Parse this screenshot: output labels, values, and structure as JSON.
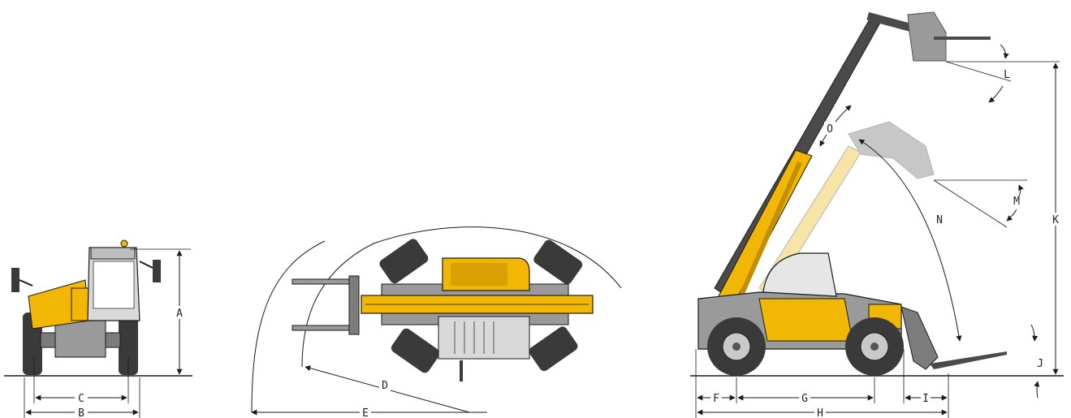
{
  "colors": {
    "machine_yellow": "#f2b705",
    "machine_yellow_dark": "#c48e00",
    "tyre_dark": "#3a3a3a",
    "body_grey": "#7c7c7c",
    "body_grey_light": "#c9c9c9",
    "ghost_grey": "#9a9a9a",
    "line": "#1a1a1a"
  },
  "front_view": {
    "dim_a": "A",
    "dim_b": "B",
    "dim_c": "C"
  },
  "top_view": {
    "dim_d": "D",
    "dim_e": "E"
  },
  "side_view": {
    "dim_f": "F",
    "dim_g": "G",
    "dim_h": "H",
    "dim_i": "I",
    "dim_j": "J",
    "dim_k": "K",
    "dim_l": "L",
    "dim_m": "M",
    "dim_n": "N",
    "dim_o": "O"
  }
}
